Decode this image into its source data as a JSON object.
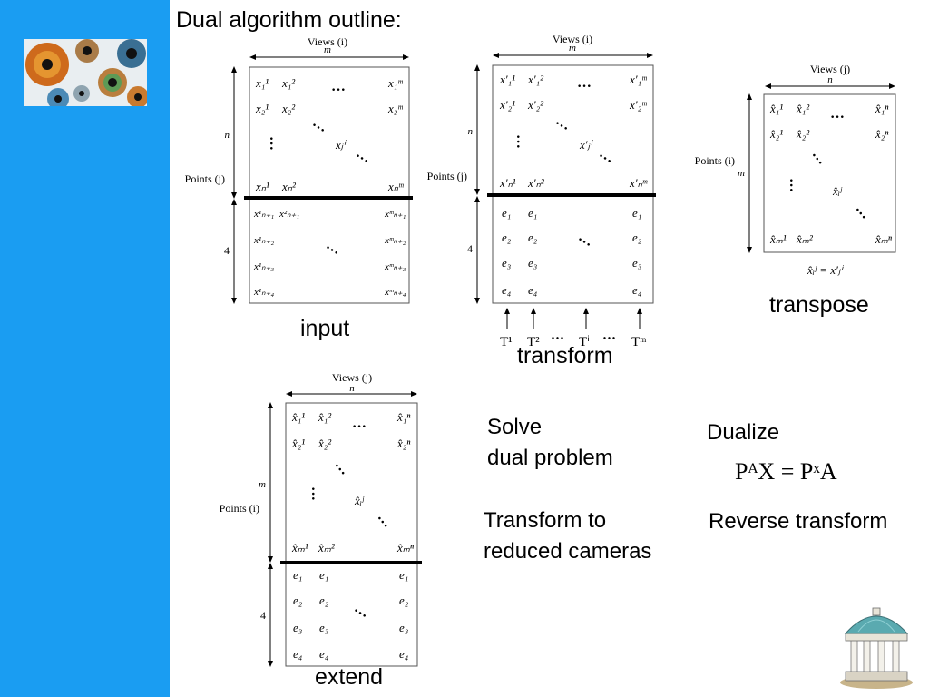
{
  "slide": {
    "title": "Dual algorithm outline:",
    "captions": {
      "input": "input",
      "transform": "transform",
      "transpose": "transpose",
      "extend": "extend"
    },
    "steps": {
      "solve": [
        "Solve",
        "dual problem"
      ],
      "dualize": "Dualize",
      "transform_reduced": [
        "Transform to",
        "reduced cameras"
      ],
      "reverse": "Reverse transform"
    }
  },
  "figure": {
    "views_i": "Views (i)",
    "views_j": "Views (j)",
    "points_j": "Points (j)",
    "points_i": "Points (i)",
    "m": "m",
    "n": "n",
    "four": "4",
    "dots": "···",
    "transform_labels": [
      "T¹",
      "T²",
      "···",
      "Tⁱ",
      "···",
      "Tᵐ"
    ],
    "transpose_eq": "x̂ᵢʲ = x′ⱼⁱ",
    "dualize_eq": "PᴬX = PˣA"
  },
  "colors": {
    "sidebar": "#1a9df2",
    "ink": "#000000"
  },
  "icons": [
    "eye-photos-logo",
    "dome-building-icon"
  ]
}
